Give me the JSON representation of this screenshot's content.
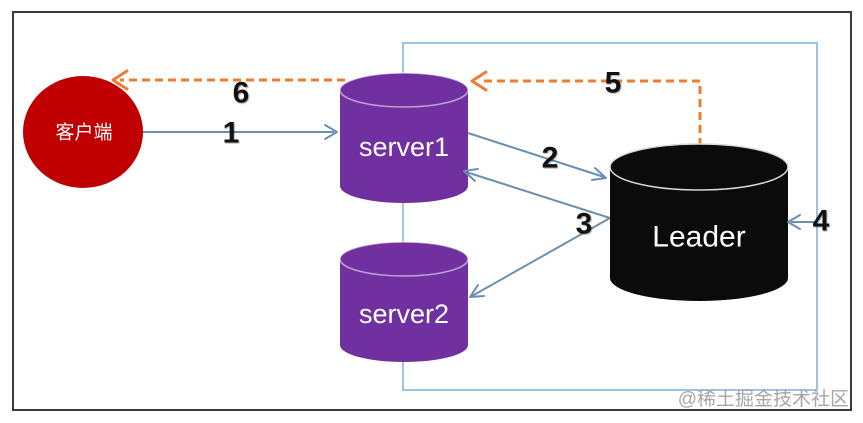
{
  "nodes": {
    "client": {
      "label": "客户端"
    },
    "server1": {
      "label": "server1"
    },
    "server2": {
      "label": "server2"
    },
    "leader": {
      "label": "Leader"
    }
  },
  "steps": [
    {
      "label": "1",
      "from": "客户端",
      "to": "server1",
      "style": "solid"
    },
    {
      "label": "2",
      "from": "server1",
      "to": "Leader",
      "style": "solid"
    },
    {
      "label": "3",
      "from": "Leader",
      "to": "server1, server2",
      "style": "solid"
    },
    {
      "label": "4",
      "from": "boundary",
      "to": "Leader",
      "style": "solid"
    },
    {
      "label": "5",
      "from": "Leader",
      "to": "server1",
      "style": "dashed"
    },
    {
      "label": "6",
      "from": "server1",
      "to": "客户端",
      "style": "dashed"
    }
  ],
  "watermark": "@稀土掘金技术社区",
  "colors": {
    "client": "#C00000",
    "server": "#7030A0",
    "leader": "#0B0B0B",
    "boundary": "#9DC3E6",
    "connector": "#6B8FB0",
    "orange": "#ED7D31",
    "frame": "#3A3A3A",
    "number": "#111111",
    "watermark": "#A6A6A6"
  }
}
